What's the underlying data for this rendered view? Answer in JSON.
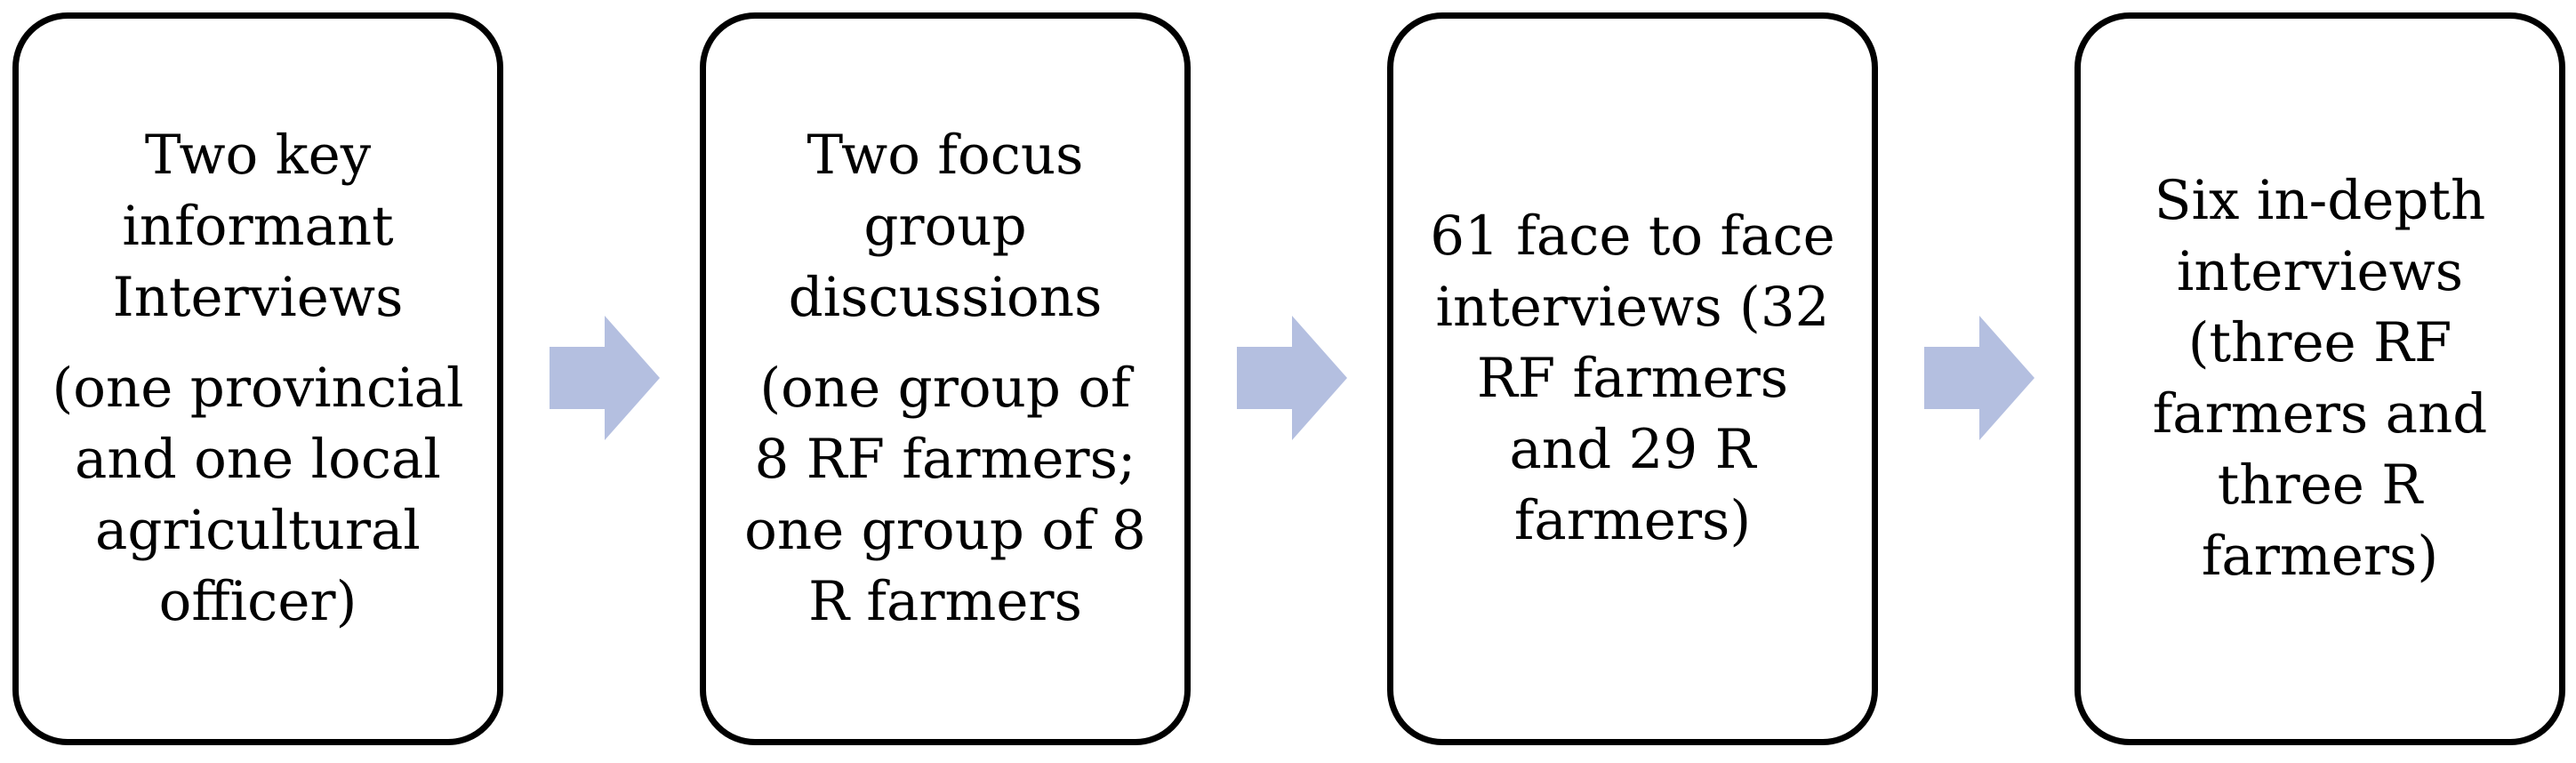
{
  "colors": {
    "arrow": "#b4bfe0",
    "box_border": "#000000",
    "text": "#000000"
  },
  "boxes": [
    {
      "heading_lines": [
        "Two key",
        "informant",
        "Interviews"
      ],
      "detail_lines": [
        "(one provincial",
        "and one local",
        "agricultural",
        "officer)"
      ]
    },
    {
      "heading_lines": [
        "Two focus",
        "group",
        "discussions"
      ],
      "detail_lines": [
        "(one group of",
        "8 RF farmers;",
        "one group of 8",
        "R farmers"
      ]
    },
    {
      "heading_lines": [
        "61 face to face",
        "interviews (32",
        "RF farmers",
        "and 29 R",
        "farmers)"
      ],
      "detail_lines": []
    },
    {
      "heading_lines": [
        "Six in-depth",
        "interviews",
        "(three RF",
        "farmers and",
        "three R",
        "farmers)"
      ],
      "detail_lines": []
    }
  ],
  "arrows": [
    {
      "icon": "right-arrow-icon"
    },
    {
      "icon": "right-arrow-icon"
    },
    {
      "icon": "right-arrow-icon"
    }
  ]
}
